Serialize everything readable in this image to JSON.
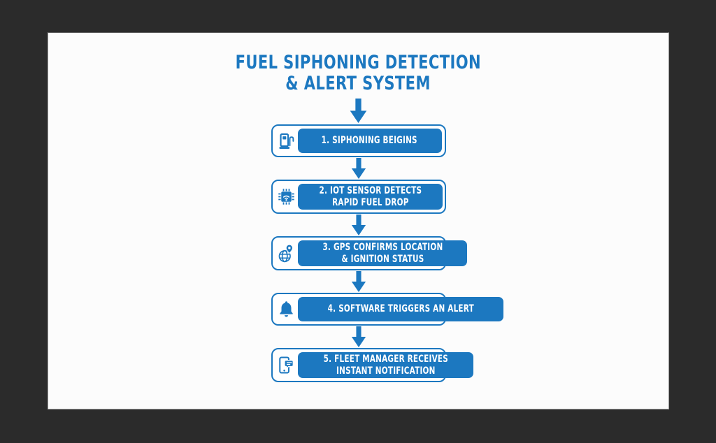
{
  "colors": {
    "background": "#2b2b2b",
    "card": "#fcfcfc",
    "primary_blue": "#1c78c0",
    "label_text": "#ffffff"
  },
  "title": {
    "line1": "FUEL SIPHONING DETECTION",
    "line2": "& ALERT SYSTEM"
  },
  "flow": {
    "connector_icon": "down-arrow-icon",
    "steps": [
      {
        "icon": "fuel-pump-icon",
        "label": "1. SIPHONING BEIGINS"
      },
      {
        "icon": "iot-sensor-chip-icon",
        "label": "2. IOT SENSOR DETECTS\nRAPID FUEL DROP"
      },
      {
        "icon": "gps-globe-pin-icon",
        "label": "3. GPS CONFIRMS LOCATION\n& IGNITION STATUS"
      },
      {
        "icon": "alert-bell-icon",
        "label": "4. SOFTWARE TRIGGERS AN ALERT"
      },
      {
        "icon": "phone-notification-icon",
        "label": "5. FLEET MANAGER RECEIVES\nINSTANT NOTIFICATION"
      }
    ]
  }
}
